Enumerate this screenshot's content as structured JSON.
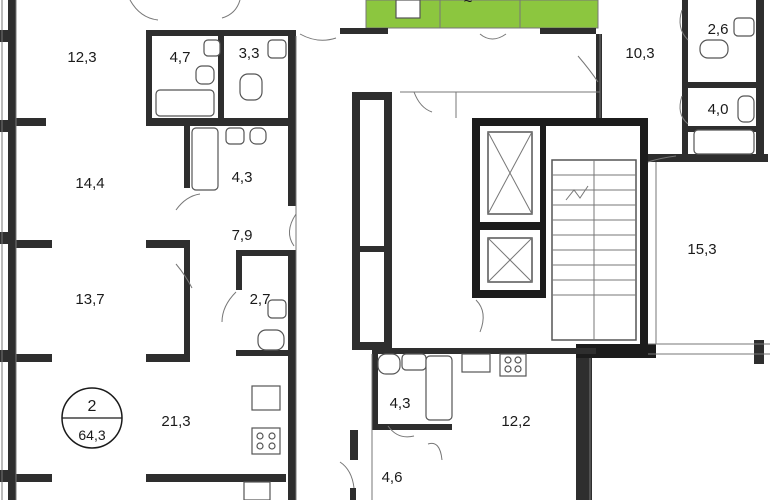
{
  "colors": {
    "wall": "#2e2e2e",
    "balcony_highlight": "#8cc63f",
    "background": "#ffffff"
  },
  "apartment": {
    "rooms_count": "2",
    "total_area": "64,3"
  },
  "rooms": {
    "r_12_3_top_left": "12,3",
    "r_4_7": "4,7",
    "r_3_3": "3,3",
    "r_14_4": "14,4",
    "r_4_3_upper": "4,3",
    "r_7_9": "7,9",
    "r_13_7": "13,7",
    "r_2_7": "2,7",
    "r_21_3": "21,3",
    "r_10_3": "10,3",
    "r_2_6": "2,6",
    "r_4_0": "4,0",
    "r_15_3": "15,3",
    "r_4_3_lower": "4,3",
    "r_12_2": "12,2",
    "r_4_6": "4,6"
  }
}
